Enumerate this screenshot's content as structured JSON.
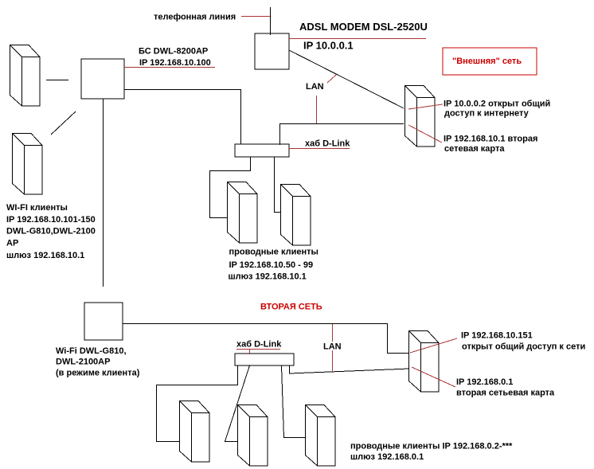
{
  "colors": {
    "background": "#ffffff",
    "line": "#000000",
    "pointer_line": "#aa3434",
    "accent_text": "#cc0000"
  },
  "network1": {
    "phone_line_label": "телефонная линия",
    "modem_title": "ADSL MODEM DSL-2520U",
    "modem_ip": "IP 10.0.0.1",
    "external_network_label": "\"Внешняя\" сеть",
    "ap_label": {
      "line1": "БС DWL-8200AP",
      "line2": "IP 192.168.10.100"
    },
    "lan_label": "LAN",
    "hub_label": "хаб D-Link",
    "server_note_internet": {
      "line1": "IP 10.0.0.2 открыт общий",
      "line2": "доступ к интернету"
    },
    "server_note_nic": {
      "line1": "IP 192.168.10.1 вторая",
      "line2": "сетевая карта"
    },
    "wifi_clients_note": {
      "line1": "WI-FI клиенты",
      "line2": "IP 192.168.10.101-150",
      "line3": "DWL-G810,DWL-2100",
      "line4": "AP",
      "line5": "шлюз 192.168.10.1"
    },
    "wired_clients_note": {
      "line1": "проводные клиенты",
      "line2": "IP 192.168.10.50 - 99",
      "line3": "шлюз 192.168.10.1"
    }
  },
  "network2": {
    "title": "ВТОРАЯ СЕТЬ",
    "ap_label": {
      "line1": "Wi-Fi DWL-G810,",
      "line2": "DWL-2100AP",
      "line3": "(в режиме клиента)"
    },
    "hub_label": "хаб D-Link",
    "lan_label": "LAN",
    "server_note_access": {
      "line1": "IP 192.168.10.151",
      "line2": "открыт общий доступ к сети"
    },
    "server_note_nic": {
      "line1": "IP 192.168.0.1",
      "line2": "вторая сетьевая карта"
    },
    "wired_clients_note": {
      "line1": "проводные клиенты IP 192.168.0.2-***",
      "line2": "шлюз 192.168.0.1"
    }
  }
}
